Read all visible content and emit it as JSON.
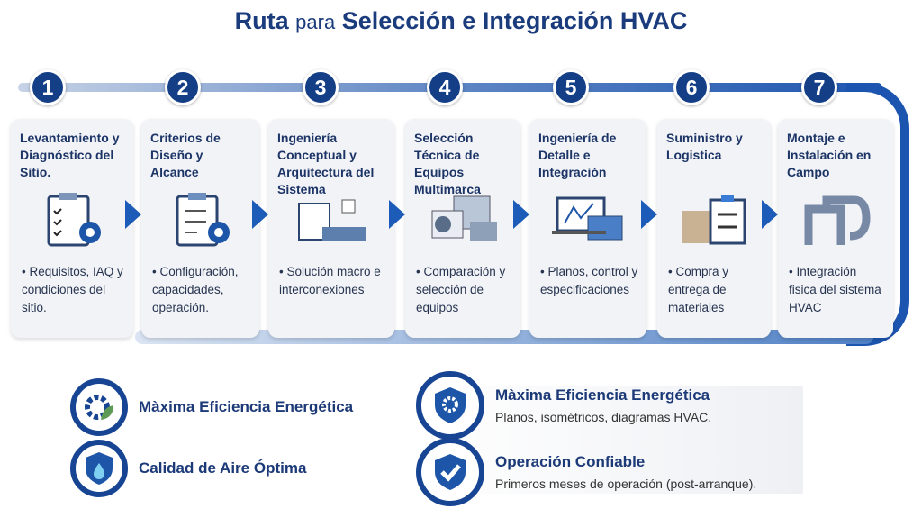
{
  "title": {
    "bold1": "Ruta",
    "light": "para",
    "bold2": "Selección e Integración HVAC"
  },
  "steps": [
    {
      "num": "1",
      "title": "Levantamiento y Diagnóstico del Sitio.",
      "desc": "• Requisitos, IAQ y condiciones del sitio.",
      "icon": "clipboard-gear-icon"
    },
    {
      "num": "2",
      "title": "Criterios de Diseño y Alcance",
      "desc": "• Configuración, capacidades, operación.",
      "icon": "checklist-gear-icon"
    },
    {
      "num": "3",
      "title": "Ingeniería Conceptual y Arquitectura del Sistema",
      "desc": "• Solución macro e interconexiones",
      "icon": "system-architecture-icon"
    },
    {
      "num": "4",
      "title": "Selección Técnica de Equipos Multimarca",
      "desc": "• Comparación y selección de equipos",
      "icon": "hvac-units-icon"
    },
    {
      "num": "5",
      "title": "Ingeniería de Detalle e Integración",
      "desc": "• Planos, control y especificaciones",
      "icon": "laptop-drawings-icon"
    },
    {
      "num": "6",
      "title": "Suministro y Logistica",
      "desc": "• Compra y entrega de materiales",
      "icon": "box-checklist-icon"
    },
    {
      "num": "7",
      "title": "Montaje e Instalación en Campo",
      "desc": "• Integración fisica del sistema HVAC",
      "icon": "pipes-icon"
    }
  ],
  "features": {
    "left": [
      {
        "title": "Màxima Eficiencia Energética",
        "icon": "gear-leaf-icon"
      },
      {
        "title": "Calidad de Aire Óptima",
        "icon": "shield-drop-icon"
      }
    ],
    "right": [
      {
        "title": "Màxima Eficiencia Energética",
        "desc": "Planos, isométricos, diagramas HVAC.",
        "icon": "shield-gear-icon"
      },
      {
        "title": "Operación Confiable",
        "desc": "Primeros meses de operación (post-arranque).",
        "icon": "shield-check-icon"
      }
    ]
  },
  "colors": {
    "primary": "#143f86",
    "accent": "#1c5cb8"
  }
}
